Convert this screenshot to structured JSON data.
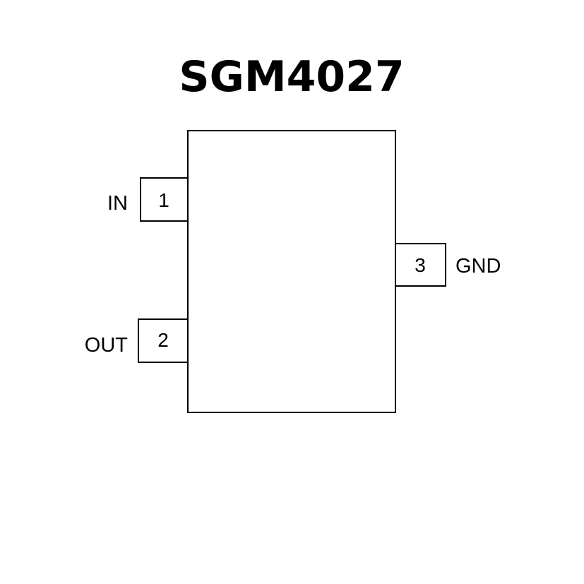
{
  "title": "SGM4027",
  "pins": [
    {
      "number": "1",
      "name": "IN"
    },
    {
      "number": "2",
      "name": "OUT"
    },
    {
      "number": "3",
      "name": "GND"
    }
  ],
  "colors": {
    "stroke": "#000000",
    "background": "#ffffff"
  }
}
